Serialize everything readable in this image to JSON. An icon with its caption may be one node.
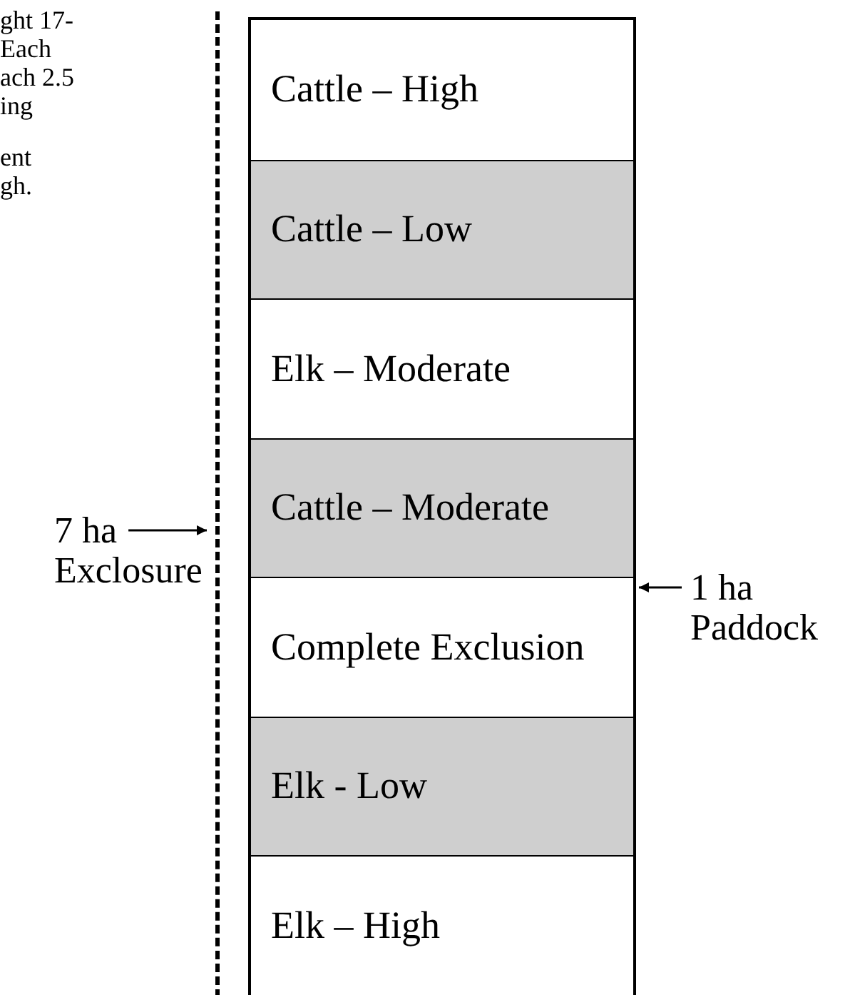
{
  "diagram": {
    "nodes": [
      {
        "text": [],
        "shape": "box"
      },
      {
        "text": [
          "Cattle – High"
        ],
        "in": 0
      },
      {
        "text": [
          "Cattle – Low"
        ],
        "in": 0
      },
      {
        "text": [
          "Elk – Moderate"
        ],
        "in": 0
      },
      {
        "text": [
          "Cattle – Moderate"
        ],
        "in": 0
      },
      {
        "text": [
          "Complete Exclusion"
        ],
        "in": 0
      },
      {
        "text": [
          "Elk - Low"
        ],
        "in": 0
      },
      {
        "text": [
          "Elk – High"
        ],
        "in": 0
      },
      {
        "text": [
          "7 ha Exclosure"
        ]
      },
      {
        "text": [],
        "shape": "line"
      },
      {
        "text": [
          "1 ha Paddock"
        ]
      }
    ],
    "edges": [
      {
        "from": 8,
        "to": 9,
        "arrow": "to"
      },
      {
        "from": 10,
        "to": 0,
        "arrow": "to"
      }
    ],
    "labels": [
      "ght 17-",
      "Each",
      "ach 2.5",
      "ing",
      "ent",
      "gh."
    ]
  }
}
